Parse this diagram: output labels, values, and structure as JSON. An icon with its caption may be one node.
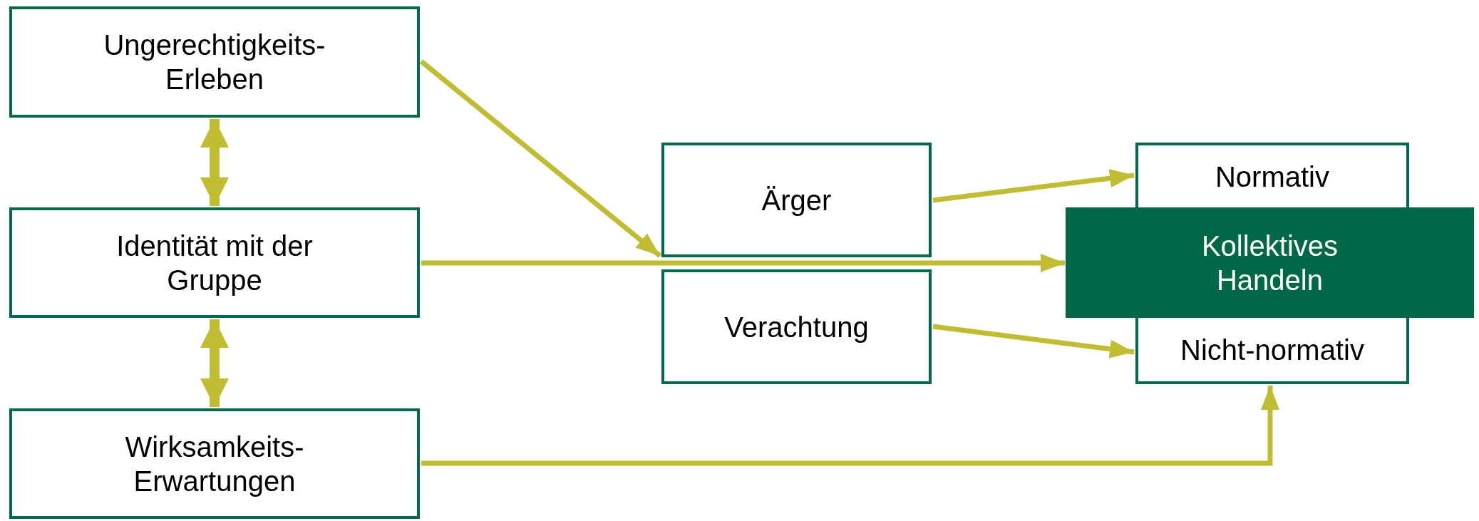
{
  "diagram": {
    "nodes": [
      {
        "text": [
          "Ungerechtigkeits- Erleben"
        ]
      },
      {
        "text": [
          "Identität mit der Gruppe"
        ]
      },
      {
        "text": [
          "Wirksamkeits- Erwartungen"
        ]
      },
      {
        "text": [
          "Ärger"
        ]
      },
      {
        "text": [
          "Verachtung"
        ]
      },
      {
        "text": [
          "Normativ"
        ]
      },
      {
        "text": [
          "Nicht-normativ"
        ]
      },
      {
        "text": [
          "Kollektives Handeln"
        ]
      }
    ],
    "edges": [
      {
        "from": 0,
        "to": 1,
        "arrow": "both",
        "style": "thick"
      },
      {
        "from": 1,
        "to": 2,
        "arrow": "both",
        "style": "thick"
      },
      {
        "from": 0,
        "to": 3,
        "arrow": "to"
      },
      {
        "from": 1,
        "to": 7,
        "arrow": "to"
      },
      {
        "from": 3,
        "to": 5,
        "arrow": "to"
      },
      {
        "from": 4,
        "to": 6,
        "arrow": "to"
      },
      {
        "from": 2,
        "to": 6,
        "arrow": "to"
      }
    ]
  }
}
